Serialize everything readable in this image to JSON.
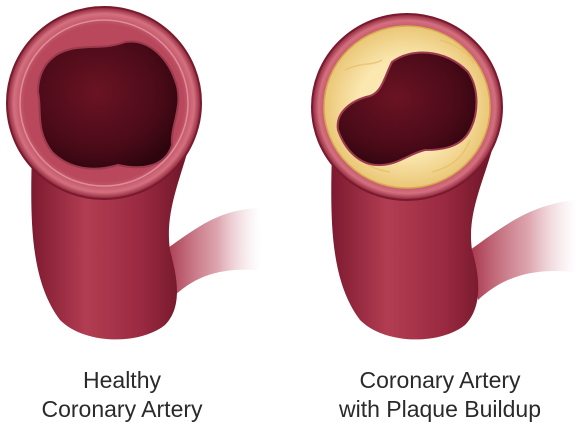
{
  "captions": {
    "healthy": [
      "Healthy",
      "Coronary Artery"
    ],
    "plaque": [
      "Coronary Artery",
      "with Plaque Buildup"
    ]
  },
  "colors": {
    "artery_body": "#9e2c42",
    "artery_light": "#d4707f",
    "artery_rim": "#7a1a2f",
    "lumen_blood": "#5c0f1e",
    "lumen_dark": "#2e050e",
    "plaque": "#f6dc9a",
    "plaque_edge": "#e0b660",
    "caption_text": "#2a2a2a"
  }
}
